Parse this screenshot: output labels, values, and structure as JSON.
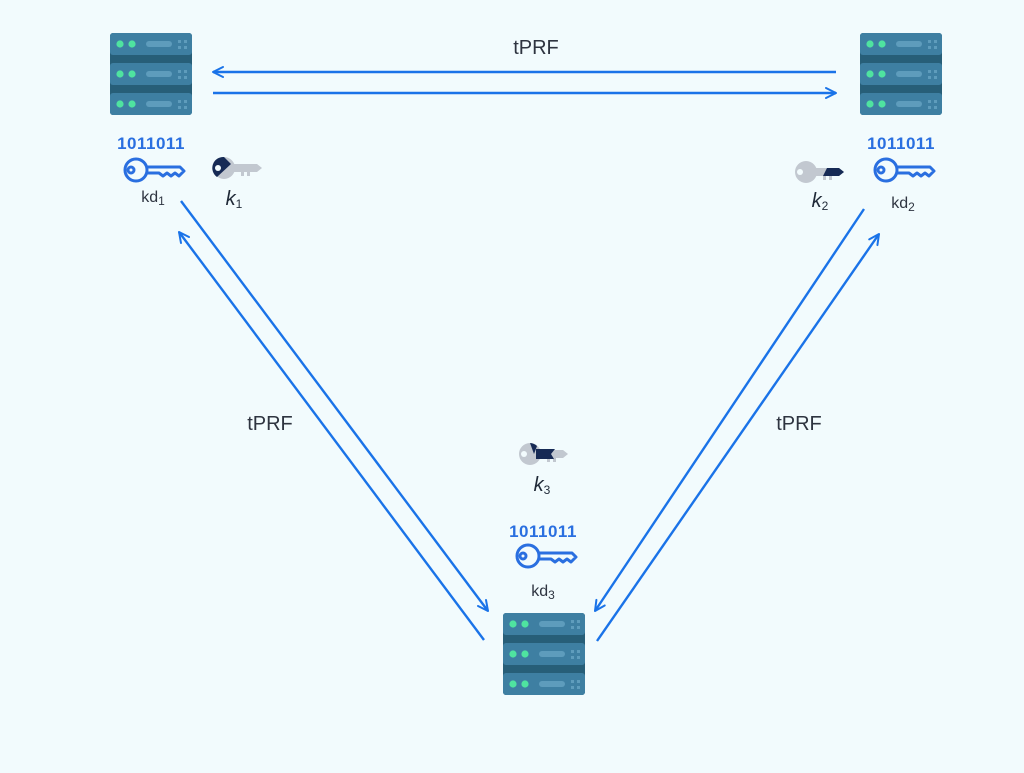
{
  "colors": {
    "arrow": "#1a73e8",
    "server_body": "#3e7fa2",
    "server_gap": "#275e78",
    "server_led": "#4fe3a0",
    "key_blue": "#2a6fe0",
    "share_dark": "#162a55",
    "share_light": "#c2c8d0"
  },
  "edges": {
    "top": {
      "label": "tPRF"
    },
    "left": {
      "label": "tPRF"
    },
    "right": {
      "label": "tPRF"
    }
  },
  "nodes": {
    "server1": {
      "kd_base": "kd",
      "kd_sub": "1",
      "bits": "1011011",
      "key_icon": "key-icon",
      "share": {
        "base": "k",
        "sub": "1",
        "icon": "key-share-icon"
      }
    },
    "server2": {
      "kd_base": "kd",
      "kd_sub": "2",
      "bits": "1011011",
      "key_icon": "key-icon",
      "share": {
        "base": "k",
        "sub": "2",
        "icon": "key-share-icon"
      }
    },
    "server3": {
      "kd_base": "kd",
      "kd_sub": "3",
      "bits": "1011011",
      "key_icon": "key-icon",
      "share": {
        "base": "k",
        "sub": "3",
        "icon": "key-share-icon"
      }
    }
  }
}
